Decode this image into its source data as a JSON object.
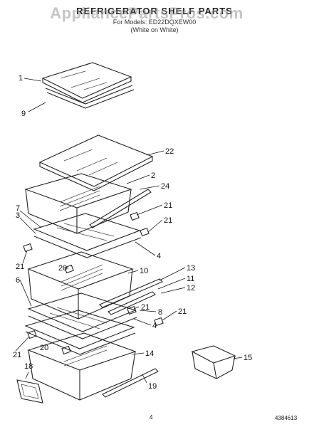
{
  "header": {
    "title": "REFRIGERATOR SHELF PARTS",
    "subtitle1": "For Models: ED22DQXEW00",
    "subtitle2": "(White on White)"
  },
  "watermark": "AppliancePartsPros.com",
  "callouts": [
    "1",
    "9",
    "22",
    "2",
    "24",
    "7",
    "21",
    "3",
    "21",
    "4",
    "21",
    "20",
    "10",
    "6",
    "13",
    "11",
    "12",
    "21",
    "8",
    "21",
    "4",
    "21",
    "20",
    "14",
    "18",
    "19",
    "15"
  ],
  "footer": {
    "page": "4",
    "ref": "4384613"
  }
}
